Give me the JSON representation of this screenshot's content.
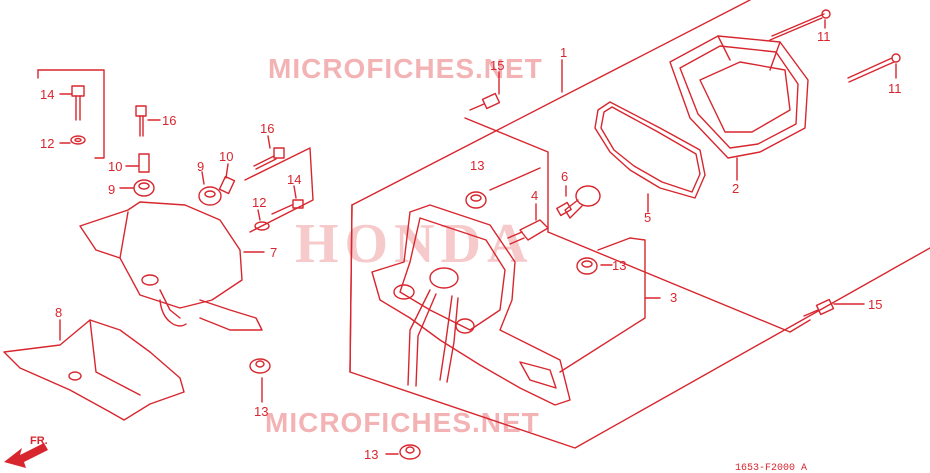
{
  "watermarks": {
    "top": "MICROFICHES.NET",
    "center": "HONDA",
    "bottom": "MICROFICHES.NET"
  },
  "diagram_code": "1653-F2000 A",
  "direction_label": "FR.",
  "part_numbers": {
    "p1": "1",
    "p2": "2",
    "p3": "3",
    "p4": "4",
    "p5": "5",
    "p6": "6",
    "p7": "7",
    "p8": "8",
    "p9a": "9",
    "p9b": "9",
    "p10a": "10",
    "p10b": "10",
    "p11a": "11",
    "p11b": "11",
    "p12a": "12",
    "p12b": "12",
    "p13a": "13",
    "p13b": "13",
    "p13c": "13",
    "p13d": "13",
    "p14a": "14",
    "p14b": "14",
    "p15a": "15",
    "p15b": "15",
    "p16a": "16",
    "p16b": "16"
  },
  "colors": {
    "line": "#d8262e",
    "watermark": "#f3b3b5"
  }
}
